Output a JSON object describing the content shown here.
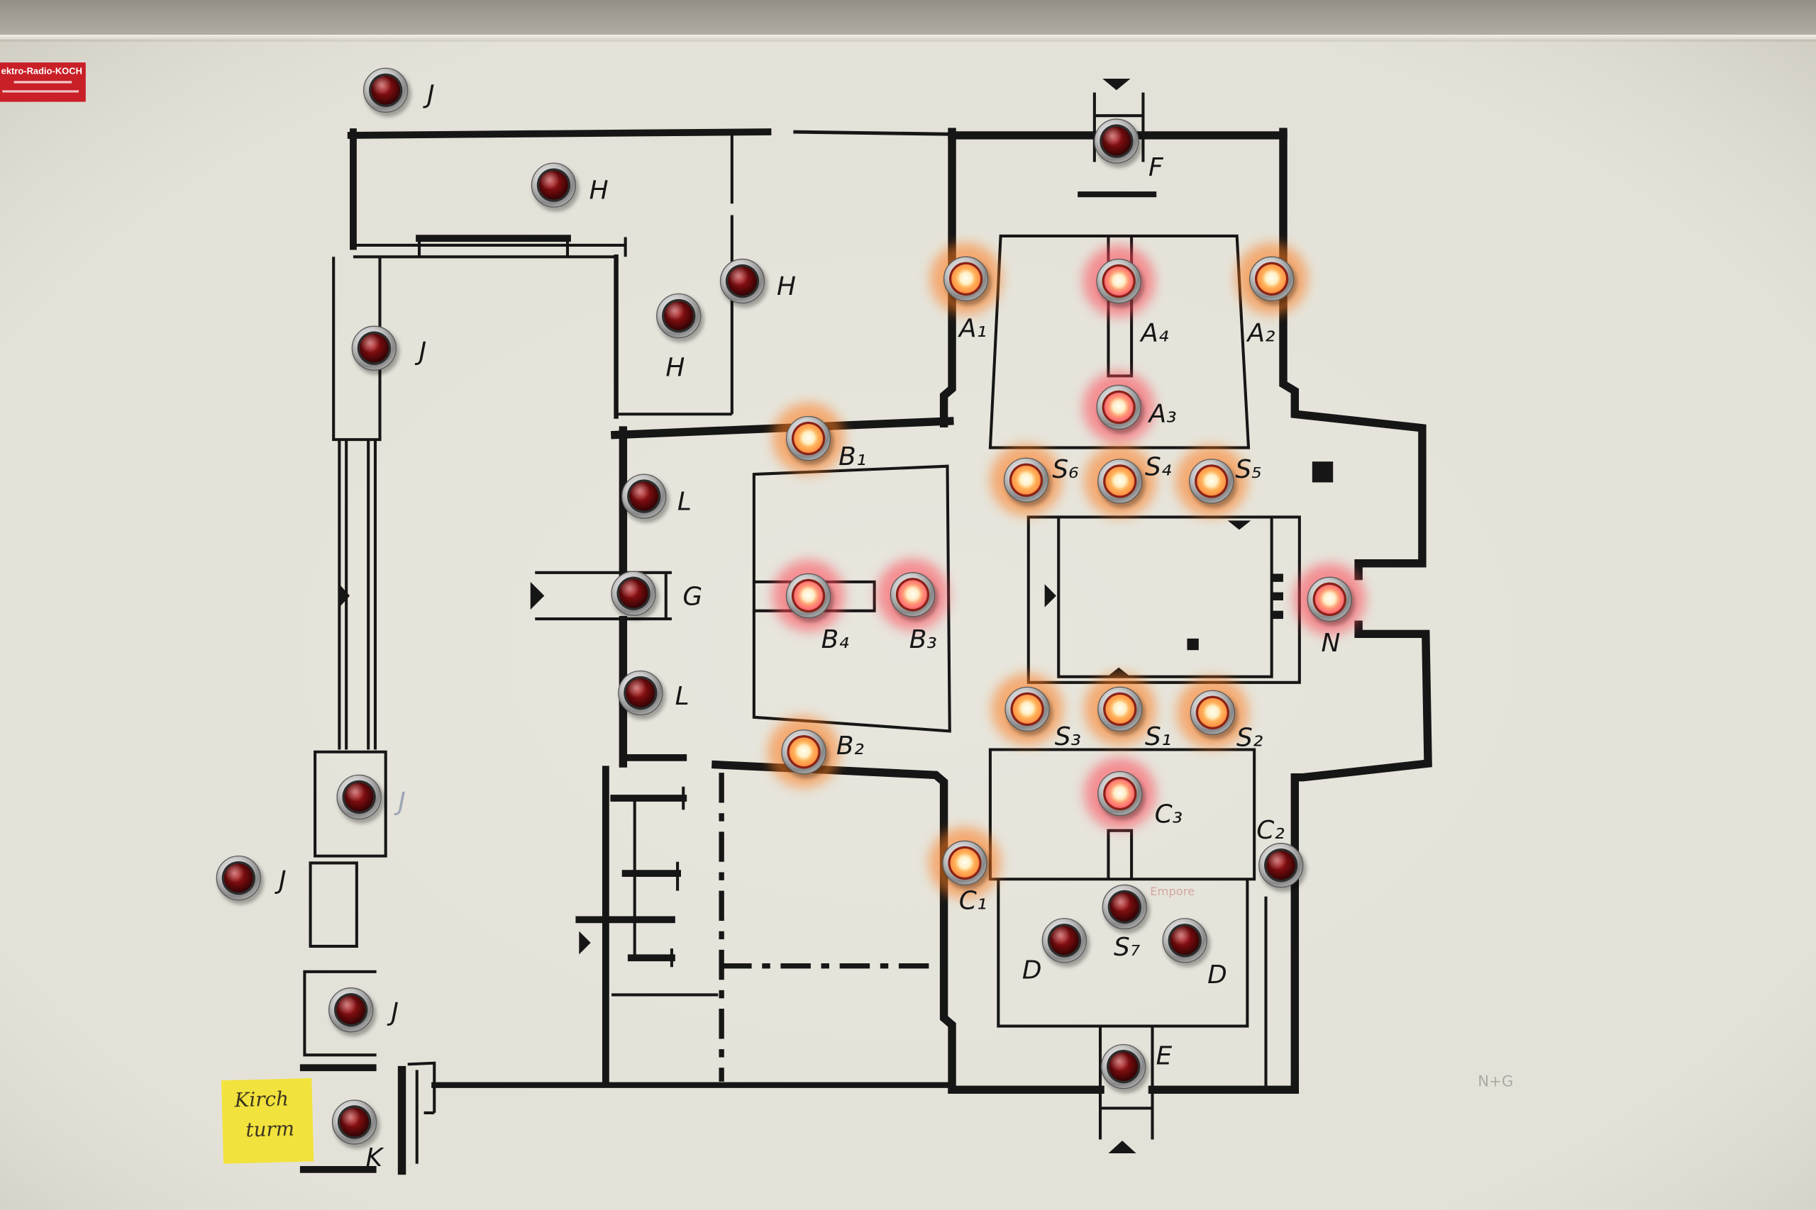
{
  "colors": {
    "wall_band": "#a9a398",
    "panel": "#e4e2d8",
    "ink": "#161616",
    "note": "#f2e23d",
    "sticker": "#c91f27",
    "pencil": "#9a9893"
  },
  "sticker": {
    "text": "ektro-Radio-KOCH"
  },
  "note": {
    "line1": "Kirch",
    "line2": "turm"
  },
  "annotations": {
    "gallery": "Empore",
    "corner": "N+G"
  },
  "lights": [
    {
      "label": "J",
      "lit": false
    },
    {
      "label": "H",
      "lit": false
    },
    {
      "label": "H",
      "lit": false
    },
    {
      "label": "H",
      "lit": false
    },
    {
      "label": "J",
      "lit": false
    },
    {
      "label": "F",
      "lit": false
    },
    {
      "label": "A₁",
      "lit": true,
      "glow": "#ff7b1f"
    },
    {
      "label": "A₄",
      "lit": true,
      "glow": "#ff4a58"
    },
    {
      "label": "A₂",
      "lit": true,
      "glow": "#ff7b1f"
    },
    {
      "label": "A₃",
      "lit": true,
      "glow": "#ff4a58"
    },
    {
      "label": "B₁",
      "lit": true,
      "glow": "#ff7b1f"
    },
    {
      "label": "L",
      "lit": false
    },
    {
      "label": "G",
      "lit": false
    },
    {
      "label": "L",
      "lit": false
    },
    {
      "label": "B₄",
      "lit": true,
      "glow": "#ff4a58"
    },
    {
      "label": "B₃",
      "lit": true,
      "glow": "#ff4a58"
    },
    {
      "label": "B₂",
      "lit": true,
      "glow": "#ff7b1f"
    },
    {
      "label": "S₆",
      "lit": true,
      "glow": "#ff7b1f"
    },
    {
      "label": "S₄",
      "lit": true,
      "glow": "#ff7b1f"
    },
    {
      "label": "S₅",
      "lit": true,
      "glow": "#ff7b1f"
    },
    {
      "label": "N",
      "lit": true,
      "glow": "#ff4a58"
    },
    {
      "label": "S₃",
      "lit": true,
      "glow": "#ff7b1f"
    },
    {
      "label": "S₁",
      "lit": true,
      "glow": "#ff7b1f"
    },
    {
      "label": "S₂",
      "lit": true,
      "glow": "#ff7b1f"
    },
    {
      "label": "C₃",
      "lit": true,
      "glow": "#ff4a58"
    },
    {
      "label": "C₂",
      "lit": false
    },
    {
      "label": "C₁",
      "lit": true,
      "glow": "#ff7b1f"
    },
    {
      "label": "S₇",
      "lit": false
    },
    {
      "label": "D",
      "lit": false
    },
    {
      "label": "D",
      "lit": false
    },
    {
      "label": "E",
      "lit": false
    },
    {
      "label": "J",
      "lit": false
    },
    {
      "label": "J",
      "lit": false
    },
    {
      "label": "J",
      "lit": false
    },
    {
      "label": "K",
      "lit": false
    }
  ]
}
